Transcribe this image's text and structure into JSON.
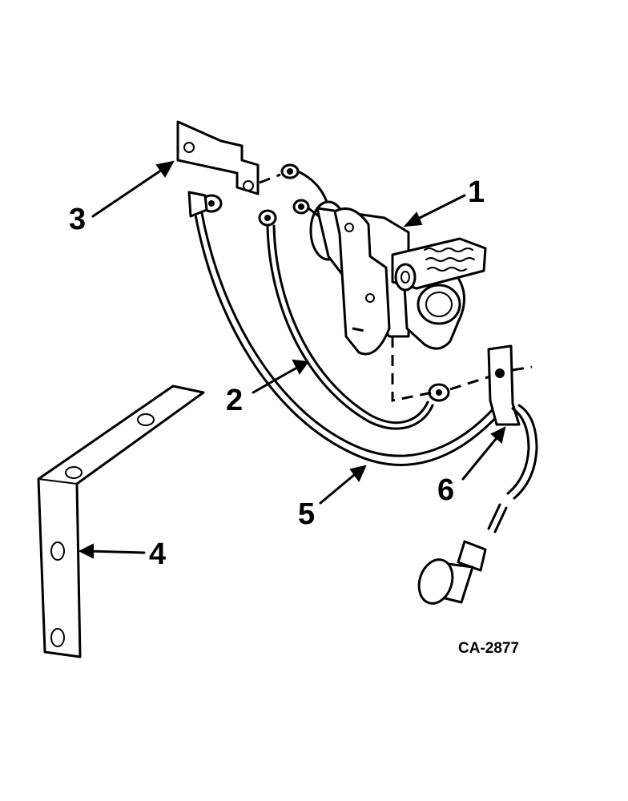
{
  "callouts": {
    "n1": "1",
    "n2": "2",
    "n3": "3",
    "n4": "4",
    "n5": "5",
    "n6": "6"
  },
  "figure_code": "CA-2877"
}
